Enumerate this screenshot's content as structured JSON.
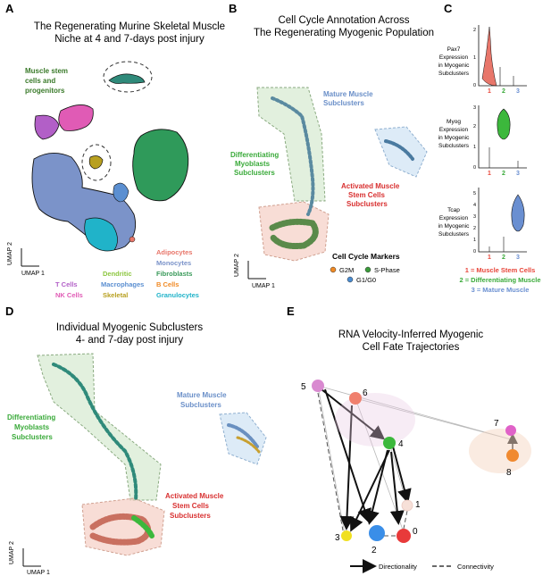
{
  "panel_a": {
    "letter": "A",
    "title_line1": "The Regenerating Murine Skeletal Muscle",
    "title_line2": "Niche at 4 and 7-days post injury",
    "msc_label_1": "Muscle stem",
    "msc_label_2": "cells and",
    "msc_label_3": "progenitors",
    "axis_y": "UMAP 2",
    "axis_x": "UMAP 1",
    "legend": [
      {
        "label": "Adipocytes",
        "color": "#e8766a"
      },
      {
        "label": "Monocytes",
        "color": "#7b93c9"
      },
      {
        "label": "Fibroblasts",
        "color": "#3a9a5a"
      },
      {
        "label": "Dendritic",
        "color": "#8cc63f"
      },
      {
        "label": "Macrophages",
        "color": "#5b8fd1"
      },
      {
        "label": "B Cells",
        "color": "#f08a24"
      },
      {
        "label": "T Cells",
        "color": "#b25fc7"
      },
      {
        "label": "NK Cells",
        "color": "#e05bb5"
      },
      {
        "label": "Skeletal",
        "color": "#b8a020"
      },
      {
        "label": "Granulocytes",
        "color": "#20b3c9"
      }
    ]
  },
  "panel_b": {
    "letter": "B",
    "title_line1": "Cell Cycle Annotation Across",
    "title_line2": "The Regenerating Myogenic Population",
    "mature_1": "Mature Muscle",
    "mature_2": "Subclusters",
    "diff_1": "Differentiating",
    "diff_2": "Myoblasts",
    "diff_3": "Subclusters",
    "act_1": "Activated Muscle",
    "act_2": "Stem Cells",
    "act_3": "Subclusters",
    "legend_title": "Cell Cycle Markers",
    "legend": [
      {
        "label": "G2M",
        "color": "#f08a24"
      },
      {
        "label": "S-Phase",
        "color": "#3a9a3a"
      },
      {
        "label": "G1/G0",
        "color": "#4a8cd1"
      }
    ],
    "axis_y": "UMAP 2",
    "axis_x": "UMAP 1"
  },
  "panel_c": {
    "letter": "C",
    "violins": [
      {
        "gene": "Pax7",
        "l2": "Expression",
        "l3": "in Myogenic",
        "l4": "Subclusters",
        "ticks": [
          "0",
          "1",
          "2"
        ]
      },
      {
        "gene": "Myog",
        "l2": "Expression",
        "l3": "in Myogenic",
        "l4": "Subclusters",
        "ticks": [
          "0",
          "1",
          "2",
          "3"
        ]
      },
      {
        "gene": "Tcap",
        "l2": "Expression",
        "l3": "in Myogenic",
        "l4": "Subclusters",
        "ticks": [
          "0",
          "1",
          "2",
          "3",
          "4",
          "5"
        ]
      }
    ],
    "groups": [
      {
        "label": "1",
        "color": "#e8463a"
      },
      {
        "label": "2",
        "color": "#3aaa3a"
      },
      {
        "label": "3",
        "color": "#6a8fd1"
      }
    ],
    "key": [
      {
        "text": "1 = Muscle Stem Cells",
        "color": "#e8463a"
      },
      {
        "text": "2 = Differentiating Muscle",
        "color": "#3aaa3a"
      },
      {
        "text": "3 = Mature Muscle",
        "color": "#6a8fd1"
      }
    ]
  },
  "panel_d": {
    "letter": "D",
    "title_line1": "Individual Myogenic Subclusters",
    "title_line2": "4- and 7-day post injury",
    "mature_1": "Mature Muscle",
    "mature_2": "Subclusters",
    "diff_1": "Differentiating",
    "diff_2": "Myoblasts",
    "diff_3": "Subclusters",
    "act_1": "Activated Muscle",
    "act_2": "Stem Cells",
    "act_3": "Subclusters",
    "axis_y": "UMAP 2",
    "axis_x": "UMAP 1"
  },
  "panel_e": {
    "letter": "E",
    "title_line1": "RNA Velocity-Inferred Myogenic",
    "title_line2": "Cell Fate Trajectories",
    "nodes": [
      {
        "label": "5",
        "color": "#d98ad0"
      },
      {
        "label": "6",
        "color": "#f0806e"
      },
      {
        "label": "4",
        "color": "#3cb83c"
      },
      {
        "label": "1",
        "color": "#f7e0d8"
      },
      {
        "label": "3",
        "color": "#f0e020"
      },
      {
        "label": "2",
        "color": "#3a8ee8"
      },
      {
        "label": "0",
        "color": "#e83a3a"
      },
      {
        "label": "7",
        "color": "#e062c8"
      },
      {
        "label": "8",
        "color": "#f08a30"
      }
    ],
    "legend_directionality": "Directionality",
    "legend_connectivity": "Connectivity"
  }
}
